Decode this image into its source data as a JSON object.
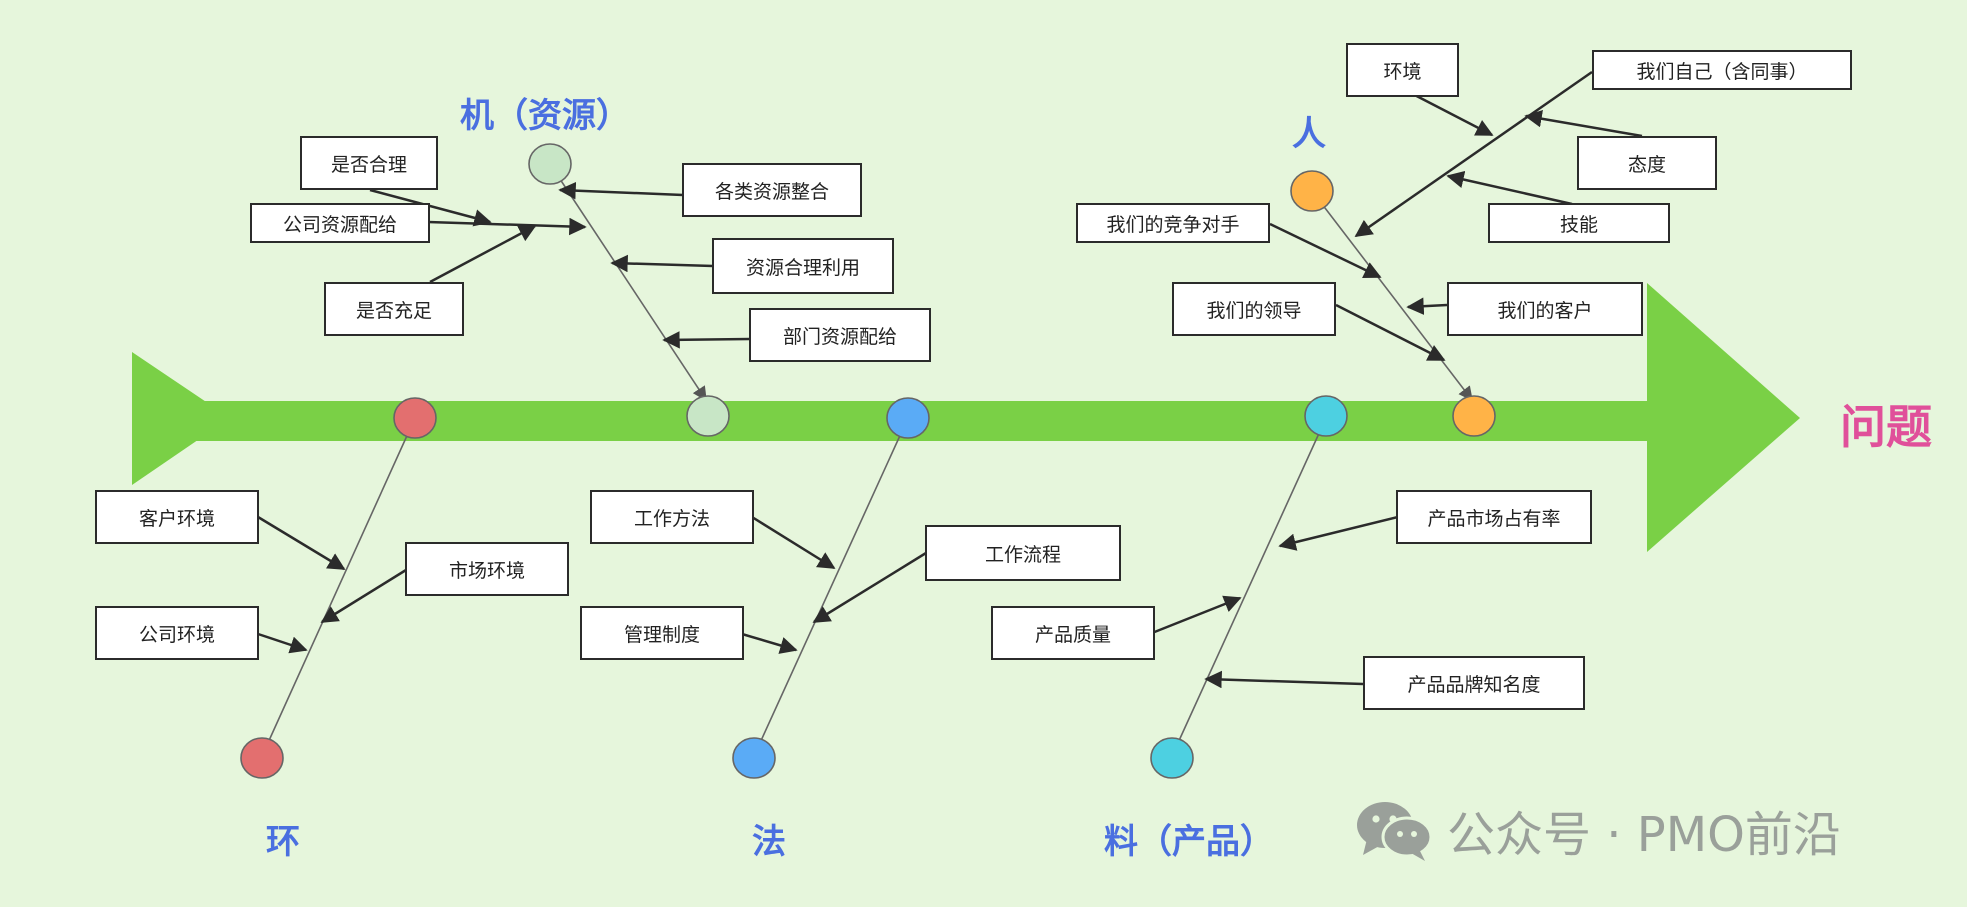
{
  "problem": "问题",
  "categories": {
    "machine": "机（资源）",
    "people": "人",
    "environment": "环",
    "method": "法",
    "material": "料（产品）"
  },
  "causes": {
    "machine": {
      "reasonable": "是否合理",
      "allocation": "公司资源配给",
      "sufficient": "是否充足",
      "integration": "各类资源整合",
      "utilization": "资源合理利用",
      "dept_allocation": "部门资源配给"
    },
    "people": {
      "environment": "环境",
      "ourselves": "我们自己（含同事）",
      "attitude": "态度",
      "skill": "技能",
      "competitor": "我们的竞争对手",
      "leader": "我们的领导",
      "customer": "我们的客户"
    },
    "environment": {
      "customer_env": "客户环境",
      "market_env": "市场环境",
      "company_env": "公司环境"
    },
    "method": {
      "work_method": "工作方法",
      "workflow": "工作流程",
      "management": "管理制度"
    },
    "material": {
      "market_share": "产品市场占有率",
      "quality": "产品质量",
      "brand": "产品品牌知名度"
    }
  },
  "watermark": "公众号 · PMO前沿",
  "colors": {
    "spine": "#7ad046",
    "environment": "#e36f6f",
    "machine": "#c8e6c6",
    "method": "#5aabf6",
    "material": "#4dd0e1",
    "people": "#ffb347",
    "category_text": "#4a6fe0",
    "problem_text": "#e0509a"
  }
}
